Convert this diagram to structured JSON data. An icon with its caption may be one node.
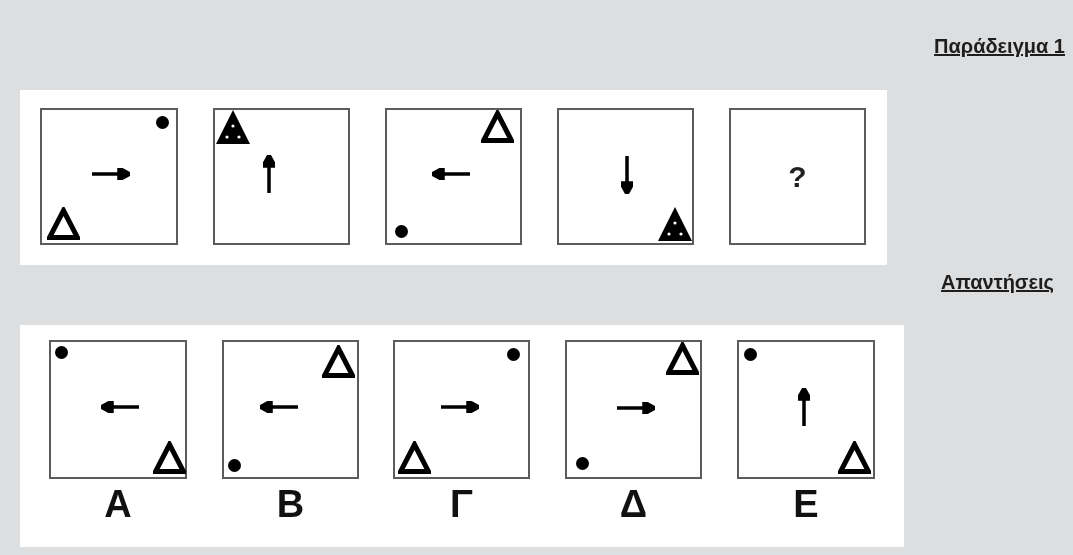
{
  "diagram": {
    "nodes": [
      {
        "text": [],
        "shape": "box"
      },
      {
        "text": [],
        "shape": "box",
        "in": 0
      },
      {
        "text": [],
        "shape": "box",
        "in": 0
      },
      {
        "text": [],
        "shape": "box",
        "in": 0
      },
      {
        "text": [],
        "shape": "box",
        "in": 0
      },
      {
        "text": [
          "?"
        ],
        "in": 0
      },
      {
        "text": [],
        "shape": "box"
      },
      {
        "text": [],
        "shape": "box",
        "in": 6,
        "beside": [
          "Α"
        ]
      },
      {
        "text": [],
        "shape": "box",
        "in": 6,
        "beside": [
          "Β"
        ]
      },
      {
        "text": [],
        "shape": "box",
        "in": 6,
        "beside": [
          "Γ"
        ]
      },
      {
        "text": [],
        "shape": "box",
        "in": 6,
        "beside": [
          "Δ"
        ]
      },
      {
        "text": [],
        "shape": "box",
        "in": 6,
        "beside": [
          "Ε"
        ]
      }
    ],
    "labels": [
      "Παράδειγμα 1",
      "Απαντήσεις"
    ]
  }
}
